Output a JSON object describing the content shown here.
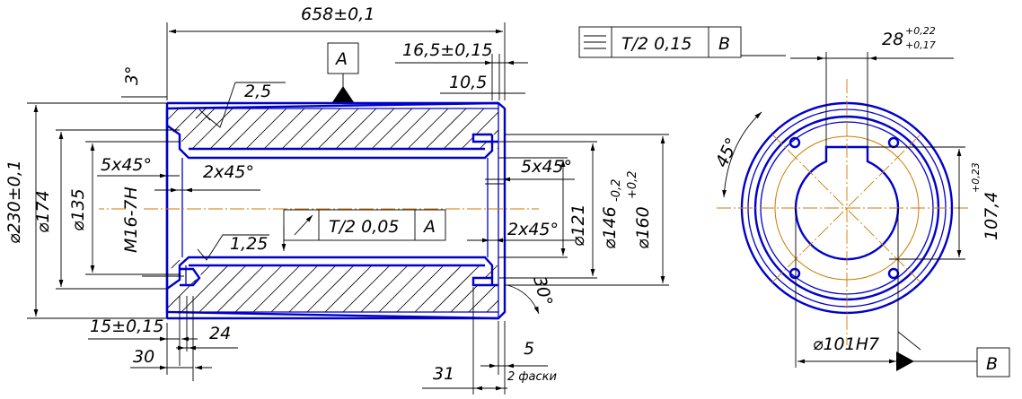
{
  "dimensions": {
    "overall_length": "658±0,1",
    "groove_pos": "16,5±0,15",
    "groove_width": "10,5",
    "chamfer_angle": "3°",
    "roughness_top": "2,5",
    "roughness_bottom": "1,25",
    "chamfer_5x45_left": "5x45°",
    "chamfer_2x45_left": "2x45°",
    "chamfer_5x45_right": "5x45°",
    "chamfer_2x45_right": "2x45°",
    "dia_230": "⌀230±0,1",
    "dia_174": "⌀174",
    "dia_135": "⌀135",
    "thread": "M16-7H",
    "dia_121": "⌀121",
    "dia_146": "⌀146",
    "dia_146_tol": "-0,2",
    "dia_160": "⌀160",
    "dia_160_tol": "+0,2",
    "dim_15": "15±0,15",
    "dim_24": "24",
    "dim_30": "30",
    "dim_31": "31",
    "dim_5": "5",
    "two_chamfers": "2 фаски",
    "angle_30": "30°",
    "angle_45": "45°",
    "key_width": "28",
    "key_width_upper": "+0,22",
    "key_width_lower": "+0,17",
    "key_depth": "107,4",
    "key_depth_tol": "+0,23",
    "bore": "⌀101H7"
  },
  "datum_A": "A",
  "datum_B": "B",
  "tolerance_frame_top": {
    "symbol": "symmetry-icon",
    "value": "T/2 0,15",
    "datum": "B"
  },
  "tolerance_frame_middle": {
    "symbol": "runout-icon",
    "value": "T/2 0,05",
    "datum": "A"
  },
  "colors": {
    "part": "#0000cc",
    "centerline": "#d07a00",
    "dimension": "#000000"
  }
}
